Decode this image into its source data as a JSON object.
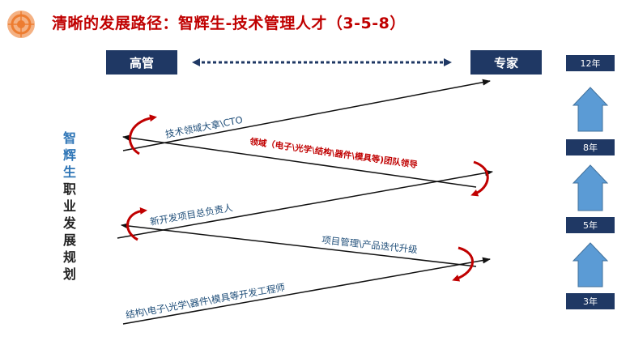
{
  "title": "清晰的发展路径：智辉生-技术管理人才（3-5-8）",
  "boxes": {
    "left": "高管",
    "right": "专家"
  },
  "years": [
    "12年",
    "8年",
    "5年",
    "3年"
  ],
  "side_title": {
    "highlight": [
      "智",
      "辉",
      "生"
    ],
    "rest": [
      "职",
      "业",
      "发",
      "展",
      "规",
      "划"
    ]
  },
  "path_labels": {
    "cto": "技术领域大拿\\CTO",
    "team_lead": "领域（电子\\光学\\结构\\器件\\模具等)团队领导",
    "new_dev": "新开发项目总负责人",
    "pm": "项目管理\\产品迭代升级",
    "engineer": "结构\\电子\\光学\\器件\\模具等开发工程师"
  },
  "colors": {
    "navy": "#1f3864",
    "blue": "#2e75b6",
    "red": "#c00000",
    "arrow_blue": "#5b9bd5"
  }
}
